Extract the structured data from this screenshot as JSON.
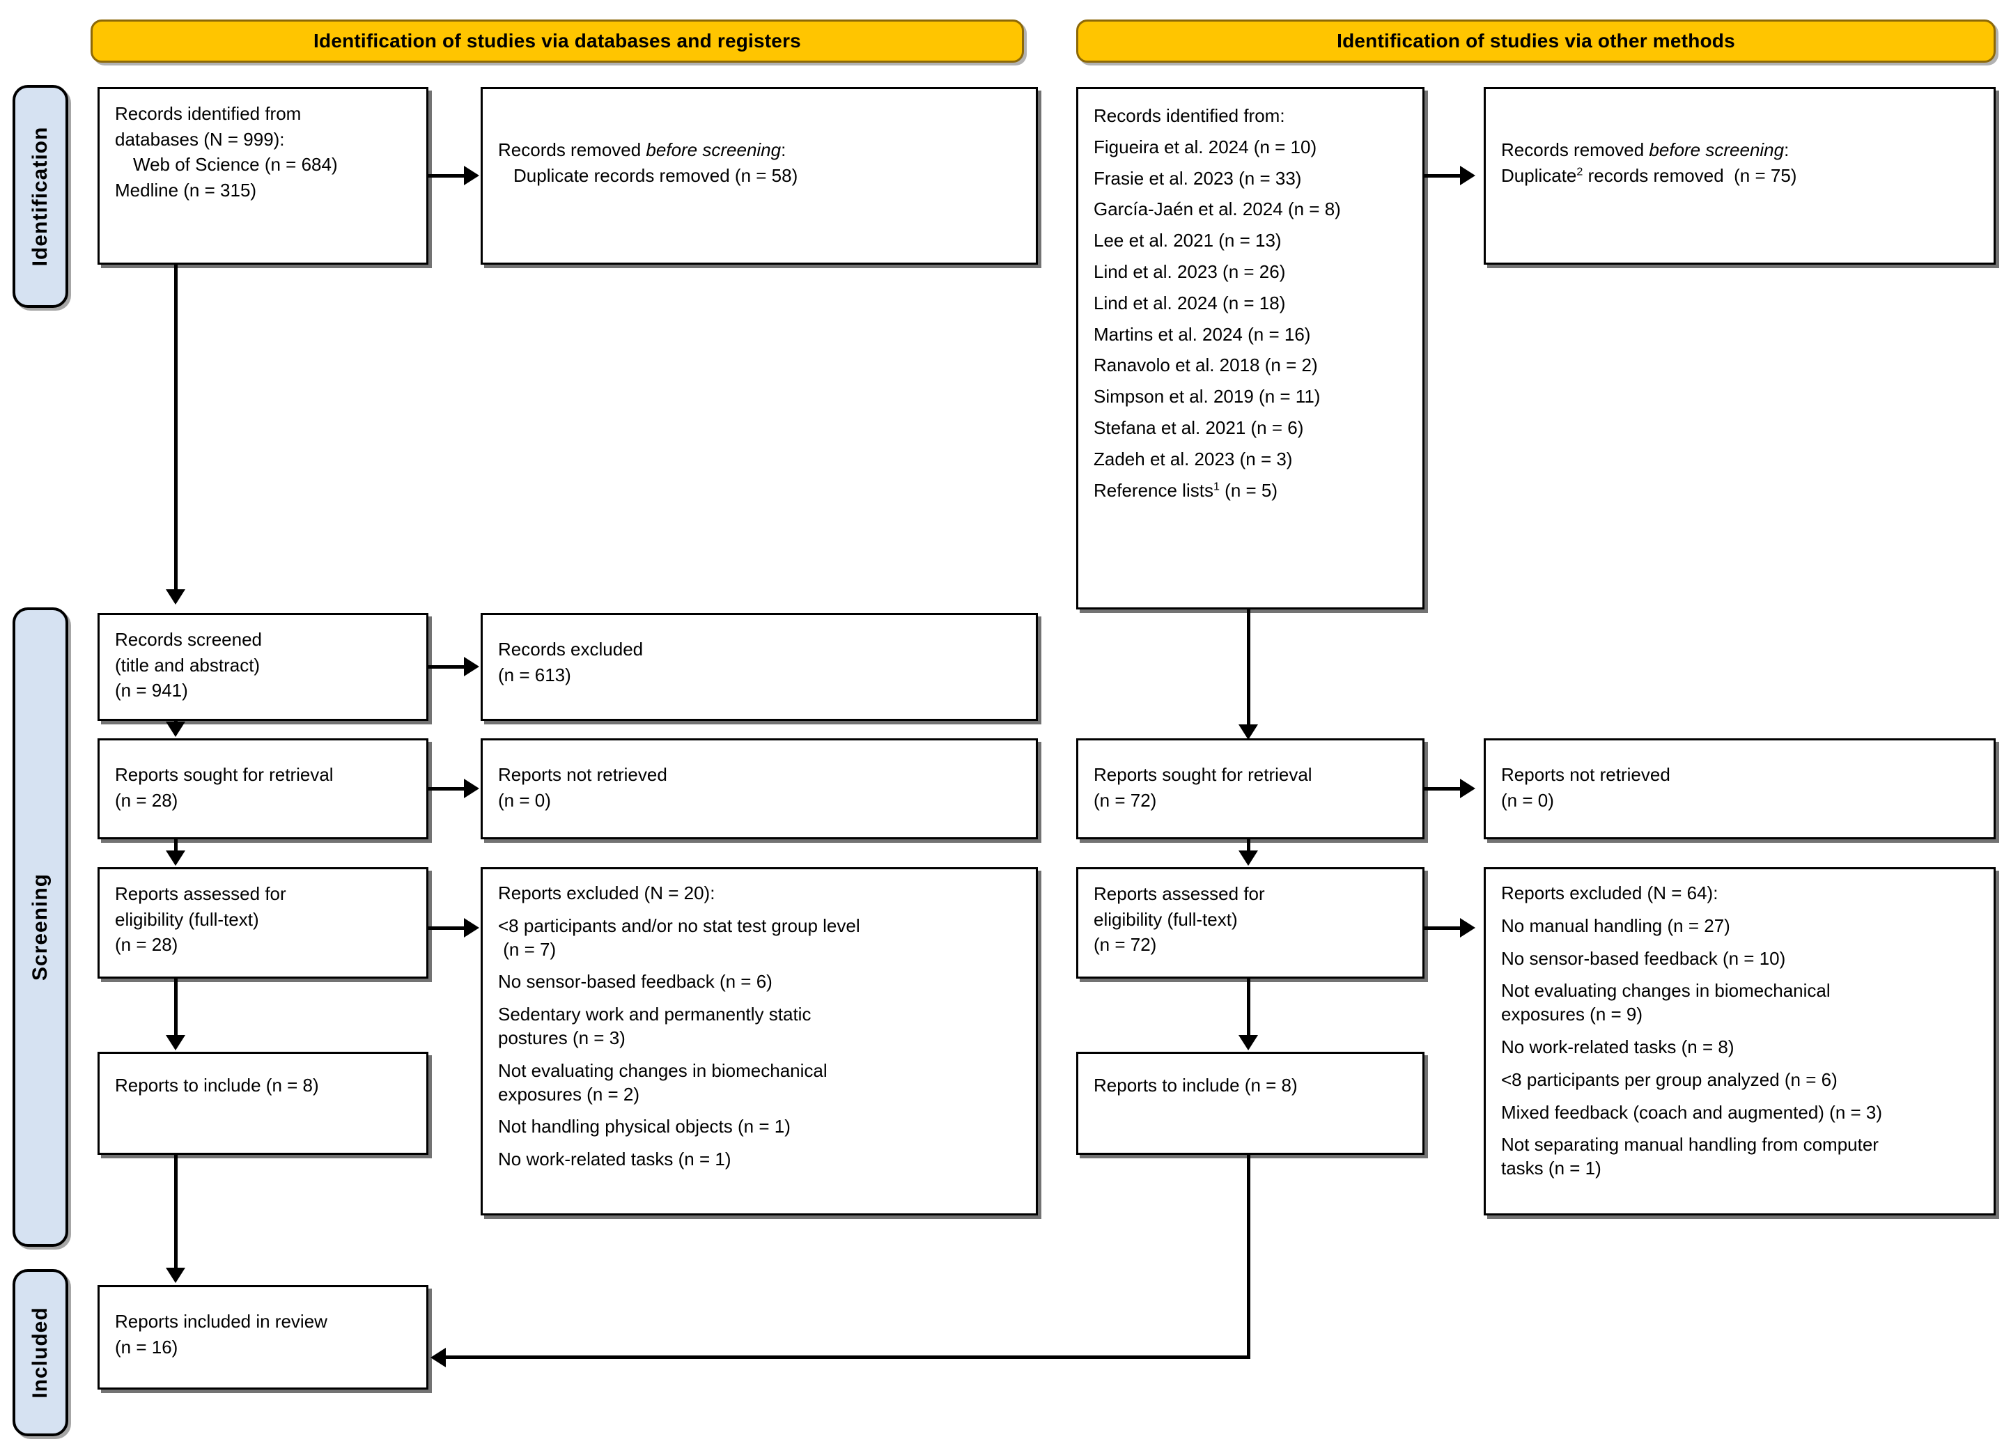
{
  "diagram": {
    "title": "PRISMA 2020 flow diagram",
    "colors": {
      "banner_fill": "#FFC500",
      "banner_border": "#8C6808",
      "phase_fill": "#D6E2F2",
      "box_border": "#000000",
      "connector": "#000000"
    }
  },
  "banners": {
    "left": "Identification of studies via databases and registers",
    "right": "Identification of studies via other methods"
  },
  "phases": {
    "identification": "Identification",
    "screening": "Screening",
    "included": "Included"
  },
  "left_column": {
    "identified": {
      "line1": "Records identified from",
      "line2": "databases (N = 999):",
      "line3": "Web of Science (n = 684)",
      "line4": "Medline (n = 315)"
    },
    "removed": {
      "line1_pre": "Records removed ",
      "line1_ital": "before screening",
      "line1_post": ":",
      "line2": "Duplicate records removed (n = 58)"
    },
    "screened": {
      "line1": "Records screened",
      "line2": "(title and abstract)",
      "line3": "(n = 941)"
    },
    "records_excluded": {
      "line1": "Records excluded",
      "line2": "(n = 613)"
    },
    "sought": {
      "line1": "Reports sought for retrieval",
      "line2": "(n = 28)"
    },
    "not_retrieved": {
      "line1": "Reports not retrieved",
      "line2": "(n = 0)"
    },
    "assessed": {
      "line1": "Reports assessed for",
      "line2": "eligibility (full-text)",
      "line3": "(n = 28)"
    },
    "reports_excluded": {
      "header": "Reports excluded (N = 20):",
      "items": [
        "<8 participants and/or no stat test group level",
        " (n = 7)",
        "No sensor-based feedback (n = 6)",
        "Sedentary work and permanently static",
        "postures (n = 3)",
        "Not evaluating changes in biomechanical",
        "exposures (n = 2)",
        "Not handling physical objects (n = 1)",
        "No work-related tasks (n = 1)"
      ]
    },
    "to_include": "Reports to include (n = 8)",
    "included_in_review": {
      "line1": "Reports included in review",
      "line2": "(n = 16)"
    }
  },
  "right_column": {
    "identified": {
      "header": "Records identified from:",
      "sources": [
        "Figueira et al. 2024 (n = 10)",
        "Frasie et al. 2023 (n = 33)",
        "García-Jaén et al. 2024 (n = 8)",
        "Lee et al. 2021 (n = 13)",
        "Lind et al. 2023 (n = 26)",
        "Lind et al. 2024 (n = 18)",
        "Martins et al. 2024 (n = 16)",
        "Ranavolo et al. 2018 (n = 2)",
        "Simpson et al. 2019 (n = 11)",
        "Stefana et al. 2021 (n = 6)",
        "Zadeh et al. 2023 (n = 3)"
      ],
      "reference_lists_pre": "Reference lists",
      "reference_lists_sup": "1",
      "reference_lists_post": " (n = 5)"
    },
    "removed": {
      "line1_pre": "Records removed ",
      "line1_ital": "before screening",
      "line1_post": ":",
      "line2_pre": "Duplicate",
      "line2_sup": "2",
      "line2_post": " records removed  (n = 75)"
    },
    "sought": {
      "line1": "Reports sought for retrieval",
      "line2": "(n = 72)"
    },
    "not_retrieved": {
      "line1": "Reports not retrieved",
      "line2": "(n = 0)"
    },
    "assessed": {
      "line1": "Reports assessed for",
      "line2": "eligibility (full-text)",
      "line3": "(n = 72)"
    },
    "reports_excluded": {
      "header": "Reports excluded (N = 64):",
      "items": [
        "No manual handling (n = 27)",
        "No sensor-based feedback (n = 10)",
        "Not evaluating changes in biomechanical",
        "exposures (n = 9)",
        "No work-related tasks (n = 8)",
        "<8 participants per group analyzed (n = 6)",
        "Mixed feedback (coach and augmented) (n = 3)",
        "Not separating manual handling from computer",
        "tasks (n = 1)"
      ]
    },
    "to_include": "Reports to include (n = 8)"
  }
}
